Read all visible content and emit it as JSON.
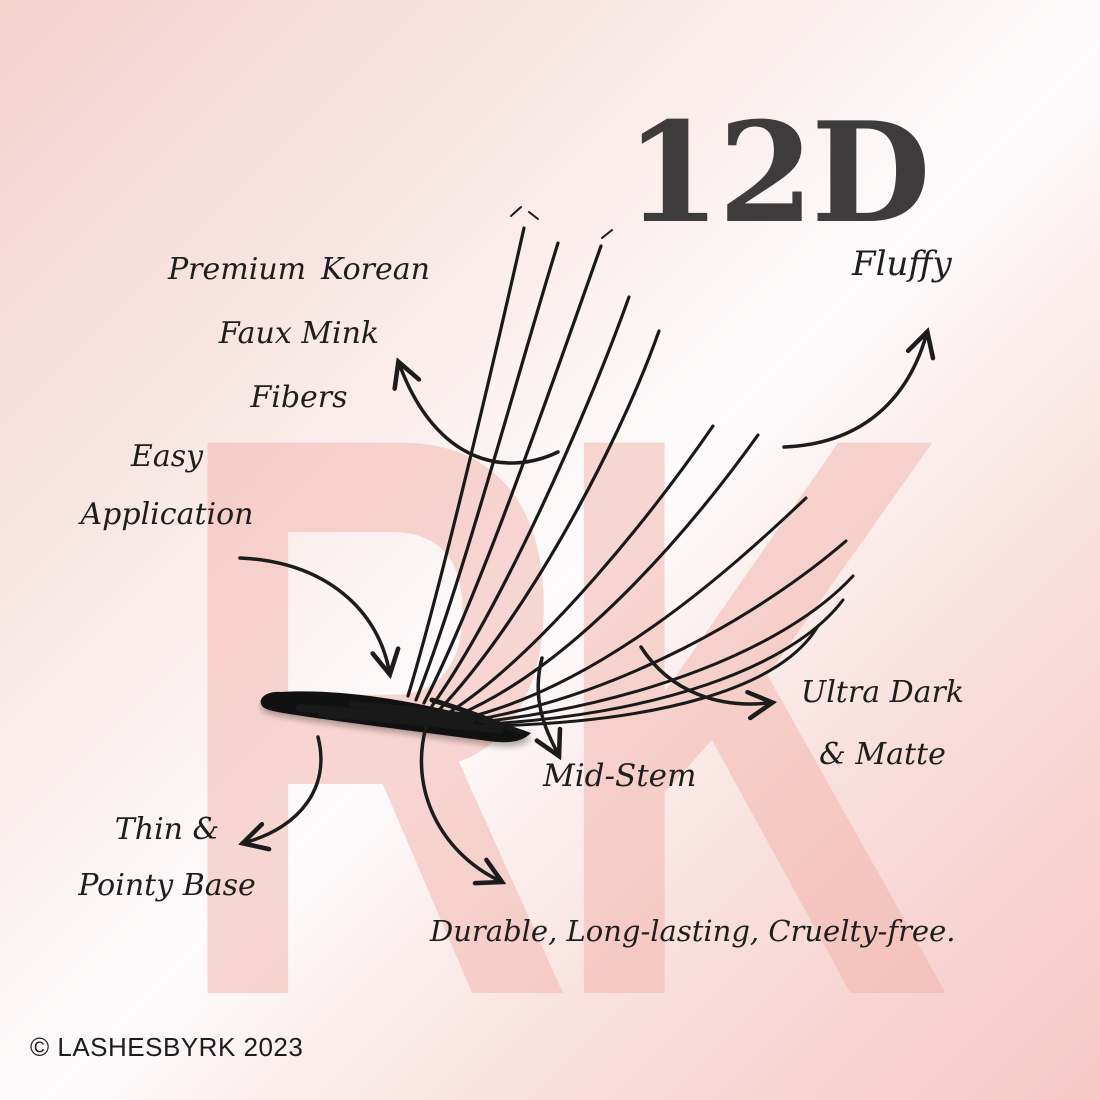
{
  "title": "12D",
  "watermark": "RK",
  "illustration": {
    "name": "lash-fan-graphic",
    "lash_count": 12
  },
  "annotations": {
    "premium": {
      "word1": "Premium",
      "word2": "Korean",
      "line2": "Faux Mink Fibers"
    },
    "fluffy": {
      "label": "Fluffy"
    },
    "easy": {
      "line1": "Easy",
      "line2": "Application"
    },
    "thin": {
      "line1": "Thin &",
      "line2": "Pointy Base"
    },
    "mid_stem": {
      "label": "Mid-Stem"
    },
    "ultra_dark": {
      "line1": "Ultra Dark",
      "line2": "& Matte"
    },
    "durable": {
      "label": "Durable, Long-lasting, Cruelty-free."
    }
  },
  "footer": {
    "copyright": "© LASHESBYRK 2023"
  },
  "colors": {
    "background_pink_top_left": "#f4d2cc",
    "background_white_band": "#fdfbfc",
    "background_pink_bottom_right": "#f5c8c5",
    "watermark_pink": "#f8d8d1",
    "ink": "#1e1e1e",
    "title_gray": "#3d3b3c"
  }
}
